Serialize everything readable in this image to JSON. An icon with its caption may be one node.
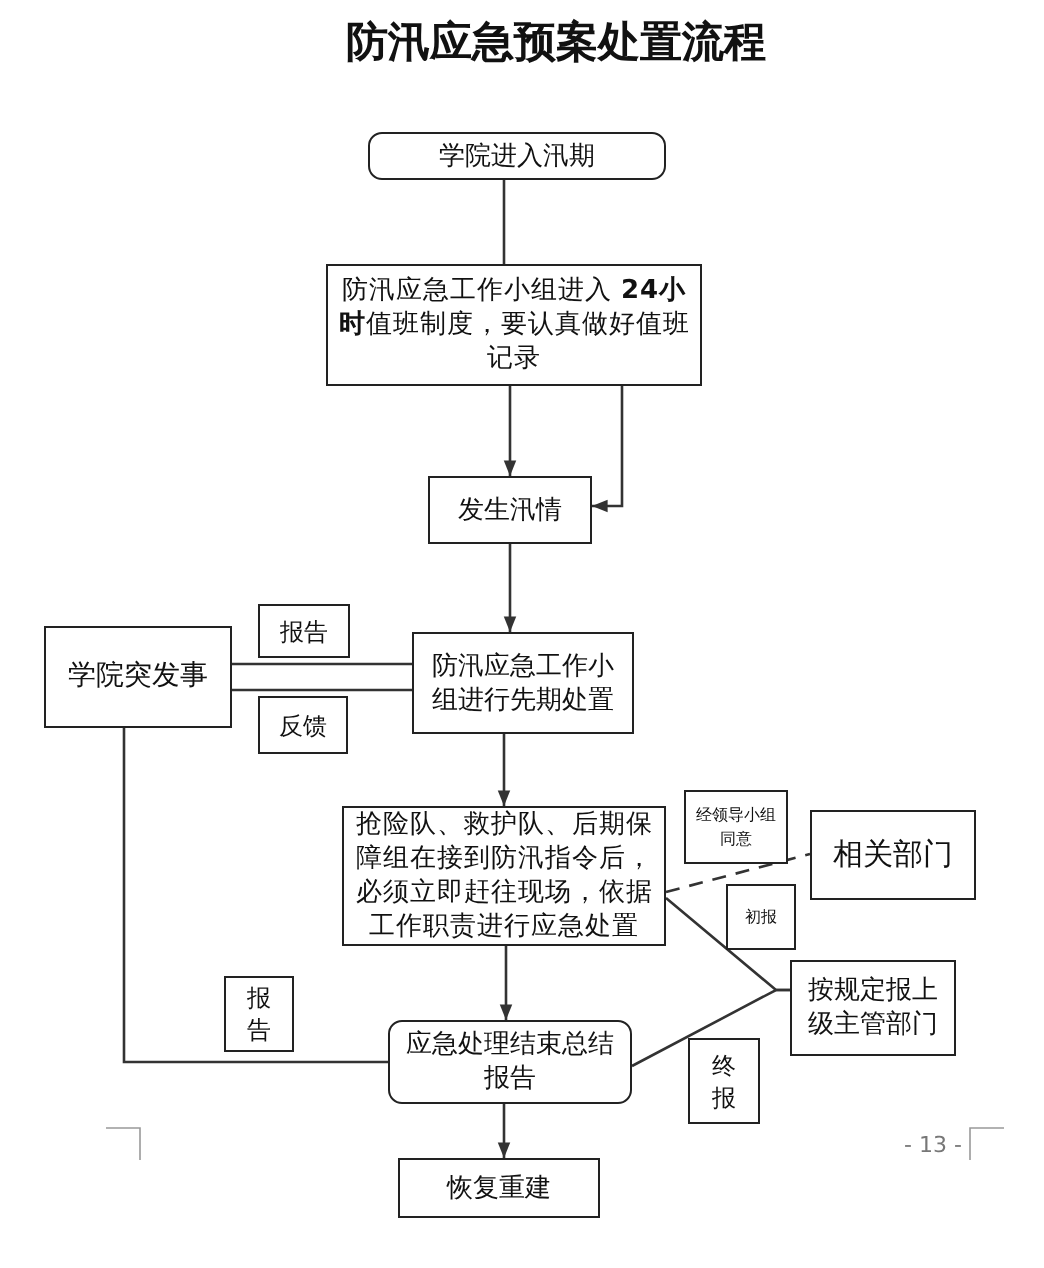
{
  "diagram": {
    "title": "防汛应急预案处置流程",
    "nodes": [
      {
        "text": [
          "学院进入汛期"
        ]
      },
      {
        "text": [
          "防汛应急工作小组进入 **24小时**值班制度，要认真做好值班记录"
        ]
      },
      {
        "text": [
          "发生汛情"
        ]
      },
      {
        "text": [
          "学院突发事"
        ]
      },
      {
        "text": [
          "防汛应急工作小组进行先期处置"
        ]
      },
      {
        "text": [
          "抢险队、救护队、后期保障组在接到防汛指令后，必须立即赶往现场，依据工作职责进行应急处置"
        ]
      },
      {
        "text": [
          "相关部门"
        ]
      },
      {
        "text": [
          "按规定报上级主管部门"
        ]
      },
      {
        "text": [
          "应急处理结束总结报告"
        ]
      },
      {
        "text": [
          "恢复重建"
        ]
      }
    ],
    "edges": [
      {
        "from": 0,
        "to": 1,
        "arrow": "none"
      },
      {
        "from": 1,
        "to": 2,
        "arrow": "to"
      },
      {
        "from": 1,
        "to": 2,
        "arrow": "to"
      },
      {
        "from": 2,
        "to": 4,
        "arrow": "to"
      },
      {
        "from": 3,
        "to": 4,
        "arrow": "none",
        "label": "报告"
      },
      {
        "from": 4,
        "to": 3,
        "arrow": "none",
        "label": "反馈"
      },
      {
        "from": 4,
        "to": 5,
        "arrow": "to"
      },
      {
        "from": 5,
        "to": 6,
        "arrow": "none",
        "style": "dashed",
        "label": "经领导小组同意"
      },
      {
        "from": 5,
        "to": 7,
        "arrow": "none",
        "label": "初报"
      },
      {
        "from": 8,
        "to": 7,
        "arrow": "none",
        "label": "终报"
      },
      {
        "from": 5,
        "to": 8,
        "arrow": "to"
      },
      {
        "from": 3,
        "to": 8,
        "arrow": "none",
        "label": "报告"
      },
      {
        "from": 8,
        "to": 9,
        "arrow": "to"
      }
    ],
    "labels": [
      "- 13 -"
    ]
  }
}
